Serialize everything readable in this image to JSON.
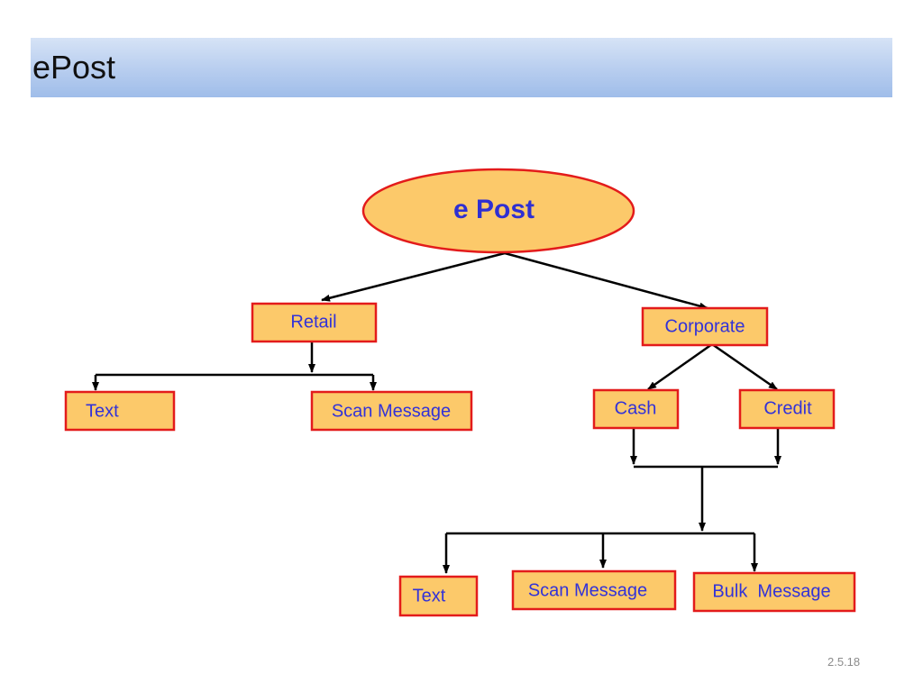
{
  "slide": {
    "title": "ePost",
    "number": "2.5.18"
  },
  "diagram": {
    "root": "e Post",
    "retail": {
      "label": "Retail",
      "children": [
        "Text",
        "Scan Message"
      ]
    },
    "corporate": {
      "label": "Corporate",
      "children": [
        "Cash",
        "Credit"
      ],
      "outputs": [
        "Text",
        "Scan Message",
        "Bulk  Message"
      ]
    }
  },
  "colors": {
    "title_bar": "#b7cdef",
    "node_fill": "#fcc96a",
    "node_border": "#e31b1b",
    "label_text": "#3232d8"
  }
}
